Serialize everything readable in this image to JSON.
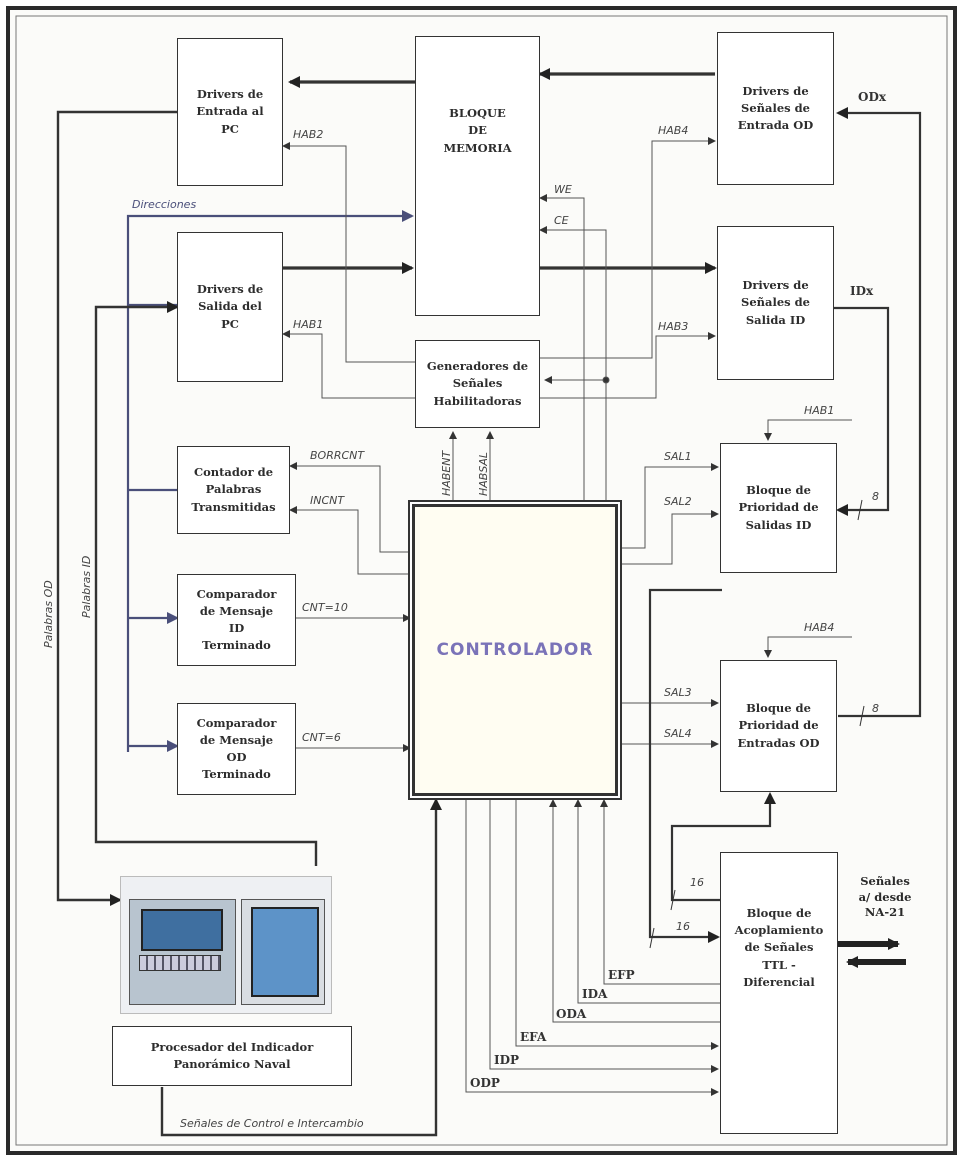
{
  "blocks": {
    "drivers_entrada_pc": [
      "Drivers de",
      "Entrada al",
      "PC"
    ],
    "drivers_salida_pc": [
      "Drivers de",
      "Salida del",
      "PC"
    ],
    "bloque_memoria": [
      "BLOQUE",
      "DE",
      "MEMORIA"
    ],
    "generadores": [
      "Generadores de",
      "Señales",
      "Habilitadoras"
    ],
    "drivers_entrada_od": [
      "Drivers de",
      "Señales de",
      "Entrada OD"
    ],
    "drivers_salida_id": [
      "Drivers de",
      "Señales de",
      "Salida ID"
    ],
    "contador": [
      "Contador de",
      "Palabras",
      "Transmitidas"
    ],
    "comparador_id": [
      "Comparador",
      "de Mensaje",
      "ID",
      "Terminado"
    ],
    "comparador_od": [
      "Comparador",
      "de Mensaje",
      "OD",
      "Terminado"
    ],
    "controlador": "CONTROLADOR",
    "prioridad_salidas": [
      "Bloque de",
      "Prioridad de",
      "Salidas ID"
    ],
    "prioridad_entradas": [
      "Bloque de",
      "Prioridad de",
      "Entradas OD"
    ],
    "acoplamiento": [
      "Bloque de",
      "Acoplamiento",
      "de Señales",
      "TTL -",
      "Diferencial"
    ],
    "procesador": [
      "Procesador del Indicador",
      "Panorámico Naval"
    ]
  },
  "signals": {
    "hab2": "HAB2",
    "hab1": "HAB1",
    "hab4_top": "HAB4",
    "hab3": "HAB3",
    "hab1_right": "HAB1",
    "hab4_right": "HAB4",
    "we": "WE",
    "ce": "CE",
    "direcciones": "Direcciones",
    "borrcnt": "BORRCNT",
    "incnt": "INCNT",
    "habent": "HABENT",
    "habsal": "HABSAL",
    "cnt10": "CNT=10",
    "cnt6": "CNT=6",
    "sal1": "SAL1",
    "sal2": "SAL2",
    "sal3": "SAL3",
    "sal4": "SAL4",
    "odx": "ODx",
    "idx": "IDx",
    "bus8_a": "8",
    "bus8_b": "8",
    "bus16_a": "16",
    "bus16_b": "16",
    "efp": "EFP",
    "ida": "IDA",
    "oda": "ODA",
    "efa": "EFA",
    "idp": "IDP",
    "odp": "ODP",
    "palabras_od": "Palabras OD",
    "palabras_id": "Palabras ID",
    "control": "Señales de Control e Intercambio",
    "externas": [
      "Señales",
      "a/ desde",
      "NA-21"
    ]
  }
}
